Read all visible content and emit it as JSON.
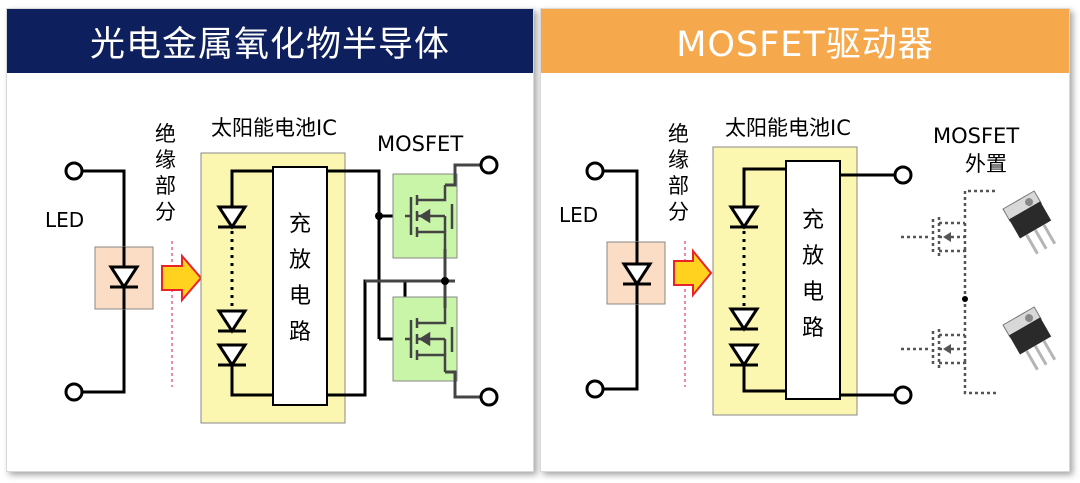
{
  "left_panel": {
    "title": "光电金属氧化物半导体",
    "title_bg": "#0d1f5c",
    "led_label": "LED",
    "isolation_label": [
      "绝",
      "缘",
      "部",
      "分"
    ],
    "ic_label": "太阳能电池IC",
    "circuit_label": [
      "充",
      "放",
      "电",
      "路"
    ],
    "mosfet_label": "MOSFET"
  },
  "right_panel": {
    "title": "MOSFET驱动器",
    "title_bg": "#f6a84c",
    "led_label": "LED",
    "isolation_label": [
      "绝",
      "缘",
      "部",
      "分"
    ],
    "ic_label": "太阳能电池IC",
    "circuit_label": [
      "充",
      "放",
      "电",
      "路"
    ],
    "mosfet_label": "MOSFET",
    "external_label": "外置"
  },
  "colors": {
    "led_box": "#fbdcc4",
    "ic_box": "#fbf6b0",
    "mosfet_box": "#c8f5a8",
    "arrow_fill": "#ffd21f",
    "arrow_stroke": "#e8232a",
    "isolation_line": "#f08aa0"
  }
}
